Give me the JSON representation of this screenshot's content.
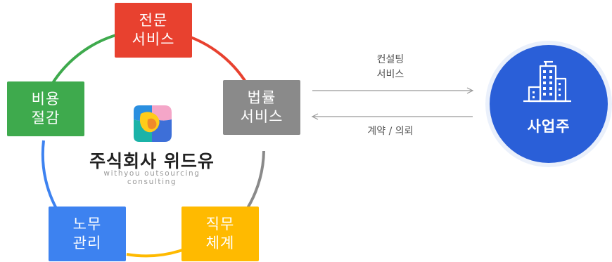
{
  "services": {
    "jeonmun": [
      "전문",
      "서비스"
    ],
    "beopryul": [
      "법률",
      "서비스"
    ],
    "jikmu": [
      "직무",
      "체계"
    ],
    "nomu": [
      "노무",
      "관리"
    ],
    "biyong": [
      "비용",
      "절감"
    ]
  },
  "company": {
    "name": "주식회사 위드유",
    "tagline": "withyou outsourcing consulting"
  },
  "flow": {
    "top_label_line1": "컨설팅",
    "top_label_line2": "서비스",
    "bottom_label": "계약 / 의뢰"
  },
  "client": {
    "label": "사업주",
    "icon": "building-icon"
  },
  "colors": {
    "red": "#e8412f",
    "gray": "#8a8a8a",
    "yellow": "#ffba00",
    "blue": "#3d82f0",
    "green": "#3eaa4d",
    "client_blue": "#2a5fd8"
  }
}
